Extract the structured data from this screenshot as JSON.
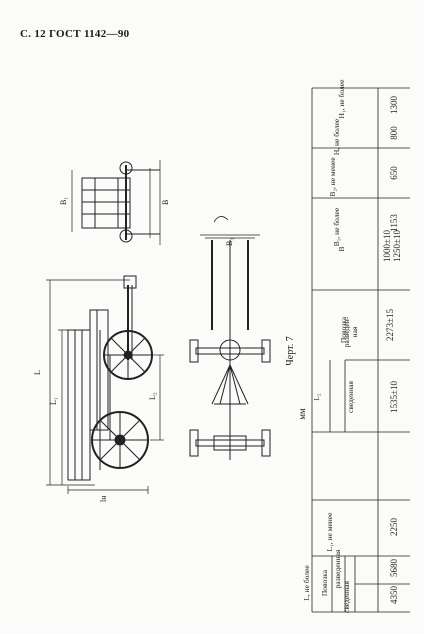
{
  "page": {
    "header": "С. 12 ГОСТ 1142—90"
  },
  "figure": {
    "caption": "Черт. 7",
    "dim_labels": {
      "L": "L",
      "L1": "L₁",
      "L2": "L₂",
      "lH": "lн",
      "B": "B",
      "B1": "B₁",
      "B3": "B₃"
    }
  },
  "table": {
    "units": "мм",
    "headers": {
      "L_max": "L, не более",
      "L_sub": "Повозка",
      "L_assembled": "сведенная",
      "L_disassembled": "разведенная",
      "L1": "L₁, не менее",
      "L2": "L₂",
      "L2_sub": "Повозка",
      "L2_assembled": "сведенная",
      "L2_disassembled": "разведен-ная",
      "B": "B",
      "B1": "B₁, не более",
      "B2": "B₂, не менее",
      "H": "H, не более",
      "H1": "H₁, не более"
    },
    "row": {
      "L_assembled": "4350",
      "L_disassembled": "5680",
      "L1": "2250",
      "L2_assembled": "1535±10",
      "L2_disassembled": "2273±15",
      "B_line1": "1000±10",
      "B_line2": "1250±10",
      "B1": "1153",
      "B2": "650",
      "H": "800",
      "H1": "1300"
    }
  }
}
